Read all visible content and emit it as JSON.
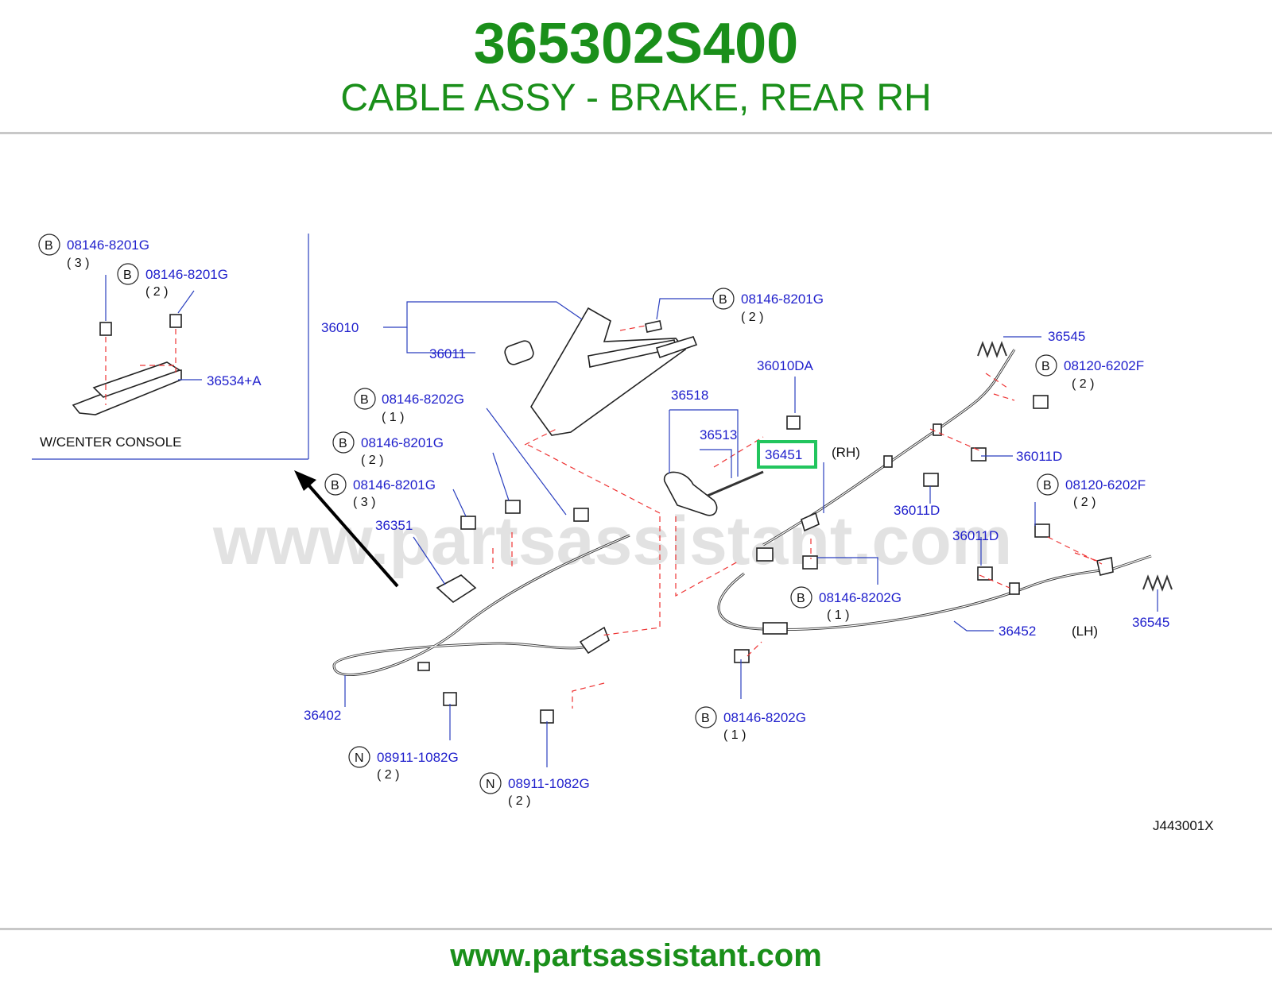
{
  "header": {
    "part_number": "365302S400",
    "description": "CABLE ASSY - BRAKE, REAR RH"
  },
  "diagram": {
    "watermark": "www.partsassistant.com",
    "inset_label": "W/CENTER   CONSOLE",
    "diagram_code": "J443001X",
    "rh_tag": "(RH)",
    "lh_tag": "(LH)",
    "labels": {
      "p36010": "36010",
      "p36011": "36011",
      "p36010DA": "36010DA",
      "p36518": "36518",
      "p36513": "36513",
      "p36451": "36451",
      "p36545a": "36545",
      "p36545b": "36545",
      "p36011Da": "36011D",
      "p36011Db": "36011D",
      "p36011Dc": "36011D",
      "p36351": "36351",
      "p36402": "36402",
      "p36452": "36452",
      "p36534": "36534+A",
      "f1": "08146-8201G",
      "f2": "08146-8201G",
      "f3": "08146-8201G",
      "f4": "08146-8202G",
      "f5": "08146-8201G",
      "f6": "08146-8201G",
      "f7": "08120-6202F",
      "f8": "08120-6202F",
      "f9": "08146-8202G",
      "f10": "08146-8202G",
      "f11": "08911-1082G",
      "f12": "08911-1082G"
    },
    "quantities": {
      "q1": "( 3 )",
      "q2": "( 2 )",
      "q3": "( 2 )",
      "q4": "( 1 )",
      "q5": "( 2 )",
      "q6": "( 3 )",
      "q7": "( 2 )",
      "q8": "( 2 )",
      "q9": "( 1 )",
      "q10": "( 1 )",
      "q11": "( 2 )",
      "q12": "( 2 )"
    },
    "markers": {
      "b": "B",
      "n": "N"
    },
    "highlight_color": "#22c55e"
  },
  "footer": {
    "url": "www.partsassistant.com"
  }
}
